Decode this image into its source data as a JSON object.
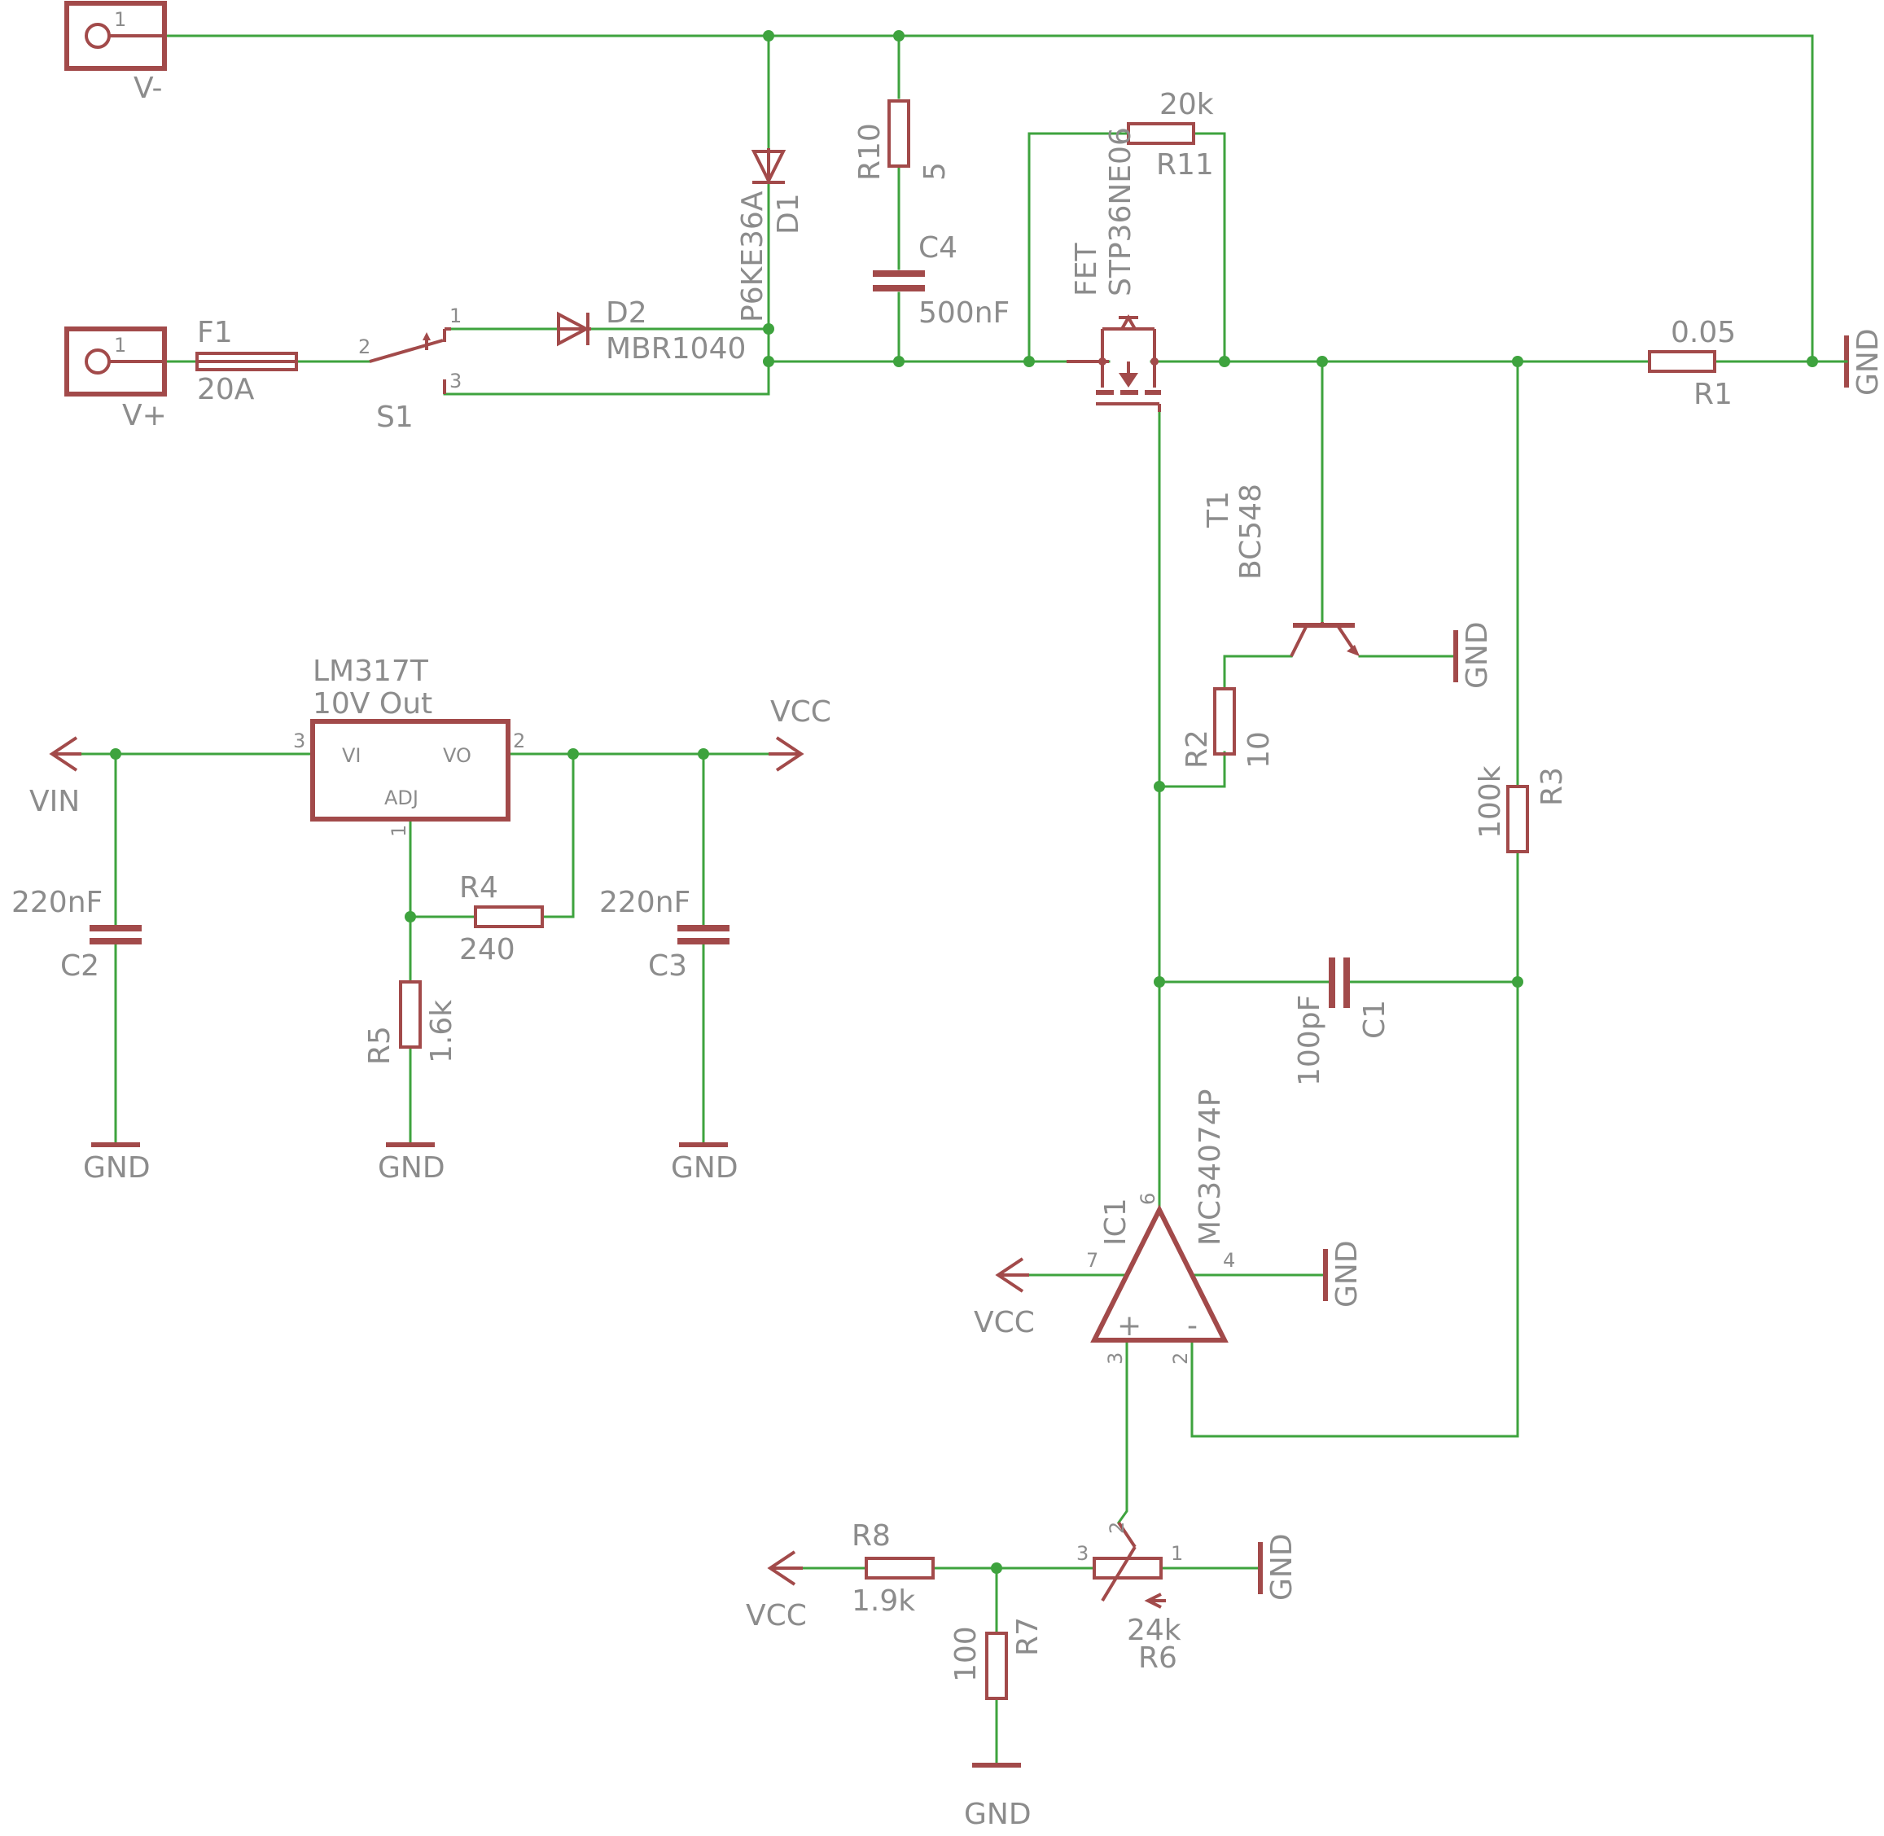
{
  "colors": {
    "wire": "#3ea33e",
    "symbol": "#a24a4a",
    "text": "#8c8c8c"
  },
  "labels": {
    "j1_name": "V-",
    "j1_pin": "1",
    "j2_name": "V+",
    "j2_pin": "1",
    "f1_name": "F1",
    "f1_value": "20A",
    "s1_name": "S1",
    "s1_pin1": "1",
    "s1_pin2": "2",
    "s1_pin3": "3",
    "d2_name": "D2",
    "d2_value": "MBR1040",
    "d1_name": "D1",
    "d1_value": "P6KE36A",
    "r10_name": "R10",
    "r10_value": "5",
    "c4_name": "C4",
    "c4_value": "500nF",
    "r11_value": "20k",
    "r11_name": "R11",
    "fet_name": "FET",
    "fet_value": "STP36NE06",
    "r1_value": "0.05",
    "r1_name": "R1",
    "gnd": "GND",
    "t1_name": "T1",
    "t1_value": "BC548",
    "r2_name": "R2",
    "r2_value": "10",
    "r3_value": "100k",
    "r3_name": "R3",
    "c1_value": "100pF",
    "c1_name": "C1",
    "ic1_name": "IC1",
    "ic1_value": "MC34074P",
    "ic1_pin6": "6",
    "ic1_pin7": "7",
    "ic1_pin4": "4",
    "ic1_pin3": "3",
    "ic1_pin2": "2",
    "ic1_plus": "+",
    "ic1_minus": "-",
    "vcc": "VCC",
    "vin": "VIN",
    "reg_name": "LM317T",
    "reg_value": "10V Out",
    "reg_vi": "VI",
    "reg_vo": "VO",
    "reg_adj": "ADJ",
    "reg_pin1": "1",
    "reg_pin2": "2",
    "reg_pin3": "3",
    "r4_name": "R4",
    "r4_value": "240",
    "r5_name": "R5",
    "r5_value": "1.6k",
    "c2_value": "220nF",
    "c2_name": "C2",
    "c3_value": "220nF",
    "c3_name": "C3",
    "r8_name": "R8",
    "r8_value": "1.9k",
    "r7_value": "100",
    "r7_name": "R7",
    "r6_value": "24k",
    "r6_name": "R6",
    "r6_pin1": "1",
    "r6_pin2": "2",
    "r6_pin3": "3"
  }
}
